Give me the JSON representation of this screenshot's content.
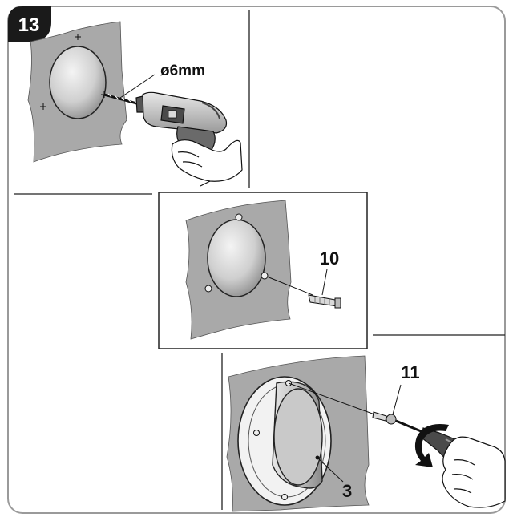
{
  "step": {
    "number": "13"
  },
  "panels": {
    "drill": {
      "label": "ø6mm"
    },
    "anchor": {
      "label": "10"
    },
    "screw": {
      "screw_label": "11",
      "part_label": "3"
    }
  },
  "colors": {
    "frame": "#9a9a9a",
    "badge": "#1a1a1a",
    "badge_text": "#ffffff",
    "wall": "#a9a9a9",
    "line": "#111111",
    "tool_dark": "#4a4a4a",
    "tool_light": "#d9d9d9"
  }
}
